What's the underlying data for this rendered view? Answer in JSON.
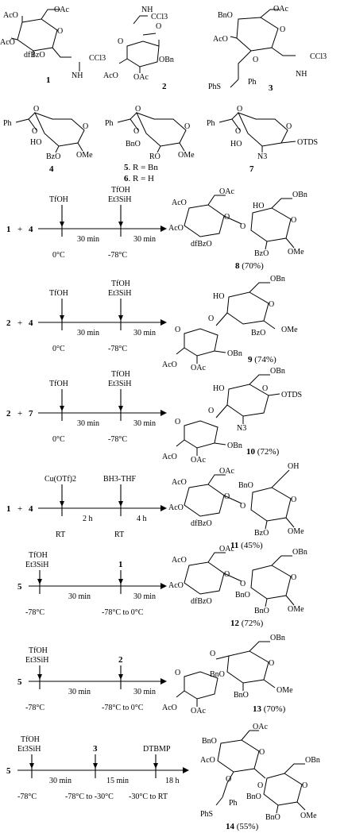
{
  "compounds": {
    "c1": {
      "number": "1",
      "labels": [
        "AcO",
        "OAc",
        "AcO",
        "dfBzO",
        "O",
        "CCl3",
        "NH"
      ]
    },
    "c2": {
      "number": "2",
      "labels": [
        "NH",
        "O",
        "CCl3",
        "O",
        "OBn",
        "AcO",
        "OAc"
      ]
    },
    "c3": {
      "number": "3",
      "labels": [
        "OAc",
        "BnO",
        "O",
        "AcO",
        "O",
        "CCl3",
        "PhS",
        "Ph",
        "NH"
      ]
    },
    "c4": {
      "number": "4",
      "labels": [
        "Ph",
        "O",
        "O",
        "HO",
        "O",
        "BzO",
        "OMe"
      ]
    },
    "c5": {
      "number": "5",
      "suffix": ". R = Bn",
      "labels": [
        "Ph",
        "O",
        "O",
        "BnO",
        "O",
        "RO",
        "OMe"
      ]
    },
    "c6": {
      "number": "6",
      "suffix": ". R = H"
    },
    "c7": {
      "number": "7",
      "labels": [
        "Ph",
        "O",
        "O",
        "HO",
        "O",
        "OTDS",
        "N3"
      ]
    }
  },
  "reactions": [
    {
      "donor": "1",
      "acceptor": "4",
      "step1": {
        "reagents": [
          "TfOH"
        ],
        "time": "30 min",
        "temp": "0°C"
      },
      "step2": {
        "reagents": [
          "TfOH",
          "Et3SiH"
        ],
        "time": "30 min",
        "temp": "-78°C"
      },
      "product": {
        "number": "8",
        "yield": "(70%)",
        "labels": [
          "OAc",
          "AcO",
          "AcO",
          "O",
          "dfBzO",
          "O",
          "HO",
          "OBn",
          "O",
          "BzO",
          "OMe"
        ]
      }
    },
    {
      "donor": "2",
      "acceptor": "4",
      "step1": {
        "reagents": [
          "TfOH"
        ],
        "time": "30 min",
        "temp": "0°C"
      },
      "step2": {
        "reagents": [
          "TfOH",
          "Et3SiH"
        ],
        "time": "30 min",
        "temp": "-78°C"
      },
      "product": {
        "number": "9",
        "yield": "(74%)",
        "labels": [
          "OBn",
          "HO",
          "O",
          "O",
          "BzO",
          "OMe",
          "O",
          "OBn",
          "AcO",
          "OAc"
        ]
      }
    },
    {
      "donor": "2",
      "acceptor": "7",
      "step1": {
        "reagents": [
          "TfOH"
        ],
        "time": "30 min",
        "temp": "0°C"
      },
      "step2": {
        "reagents": [
          "TfOH",
          "Et3SiH"
        ],
        "time": "30 min",
        "temp": "-78°C"
      },
      "product": {
        "number": "10",
        "yield": "(72%)",
        "labels": [
          "OBn",
          "HO",
          "O",
          "O",
          "OTDS",
          "N3",
          "O",
          "OBn",
          "AcO",
          "OAc"
        ]
      }
    },
    {
      "donor": "1",
      "acceptor": "4",
      "step1": {
        "reagents": [
          "Cu(OTf)2"
        ],
        "time": "2 h",
        "temp": "RT"
      },
      "step2": {
        "reagents": [
          "BH3-THF"
        ],
        "time": "4 h",
        "temp": "RT"
      },
      "product": {
        "number": "11",
        "yield": "(45%)",
        "labels": [
          "OAc",
          "AcO",
          "AcO",
          "O",
          "dfBzO",
          "BnO",
          "O",
          "OH",
          "O",
          "BzO",
          "OMe"
        ]
      }
    },
    {
      "start": "5",
      "step1": {
        "reagents": [
          "TfOH",
          "Et3SiH"
        ],
        "time": "30 min",
        "temp": "-78°C"
      },
      "step2": {
        "reagents": [
          "1"
        ],
        "time": "30 min",
        "temp": "-78°C to 0°C"
      },
      "product": {
        "number": "12",
        "yield": "(72%)",
        "labels": [
          "OAc",
          "AcO",
          "AcO",
          "O",
          "dfBzO",
          "O",
          "BnO",
          "OBn",
          "O",
          "BnO",
          "OMe"
        ]
      }
    },
    {
      "start": "5",
      "step1": {
        "reagents": [
          "TfOH",
          "Et3SiH"
        ],
        "time": "30 min",
        "temp": "-78°C"
      },
      "step2": {
        "reagents": [
          "2"
        ],
        "time": "30 min",
        "temp": "-78°C to 0°C"
      },
      "product": {
        "number": "13",
        "yield": "(70%)",
        "labels": [
          "OBn",
          "O",
          "BnO",
          "O",
          "BnO",
          "OMe",
          "O",
          "AcO",
          "OAc"
        ]
      }
    },
    {
      "start": "5",
      "step1": {
        "reagents": [
          "TfOH",
          "Et3SiH"
        ],
        "time": "30 min",
        "temp": "-78°C"
      },
      "step2": {
        "reagents": [
          "3"
        ],
        "time": "15 min",
        "temp": "-78°C to -30°C"
      },
      "step3": {
        "reagents": [
          "DTBMP"
        ],
        "time": "18 h",
        "temp": "-30°C to RT"
      },
      "product": {
        "number": "14",
        "yield": "(55%)",
        "labels": [
          "OAc",
          "BnO",
          "AcO",
          "O",
          "O",
          "OBn",
          "O",
          "BnO",
          "O",
          "BnO",
          "OMe",
          "PhS",
          "Ph"
        ]
      }
    }
  ]
}
